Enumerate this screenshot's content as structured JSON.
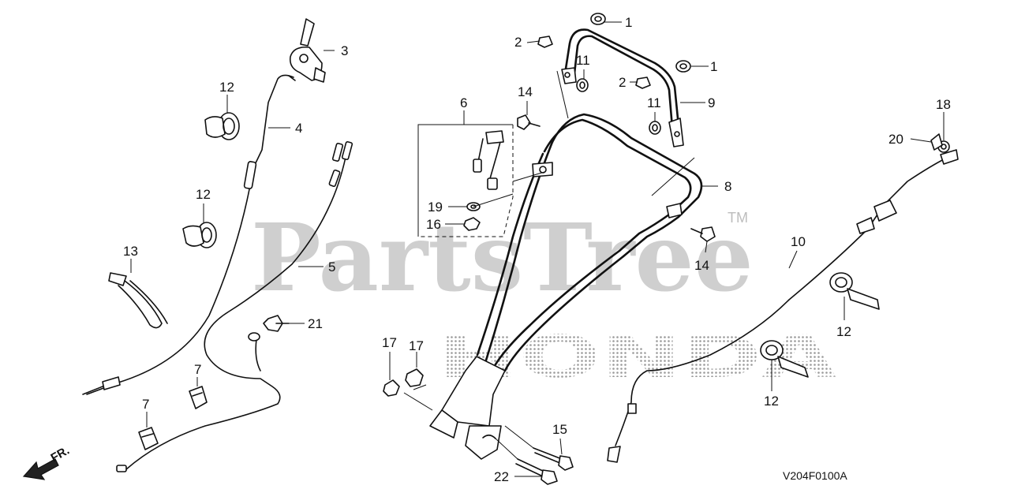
{
  "watermark": {
    "brand": "PartsTree",
    "trademark": "TM",
    "logo": "HONDA"
  },
  "diagram_code": "V204F0100A",
  "front_indicator": "FR.",
  "callouts": {
    "c1a": "1",
    "c1b": "1",
    "c2a": "2",
    "c2b": "2",
    "c3": "3",
    "c4": "4",
    "c5": "5",
    "c6": "6",
    "c7a": "7",
    "c7b": "7",
    "c8": "8",
    "c9": "9",
    "c10": "10",
    "c11a": "11",
    "c11b": "11",
    "c12a": "12",
    "c12b": "12",
    "c12c": "12",
    "c12d": "12",
    "c13": "13",
    "c14a": "14",
    "c14b": "14",
    "c15": "15",
    "c16": "16",
    "c17a": "17",
    "c17b": "17",
    "c18": "18",
    "c19": "19",
    "c20": "20",
    "c21": "21",
    "c22": "22"
  },
  "colors": {
    "line": "#111111",
    "watermark": "#cfcfcf",
    "background": "#ffffff"
  }
}
